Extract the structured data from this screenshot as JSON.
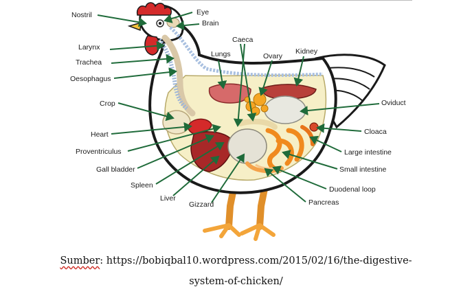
{
  "labels": {
    "nostril": "Nostril",
    "eye": "Eye",
    "brain": "Brain",
    "larynx": "Larynx",
    "trachea": "Trachea",
    "oesophagus": "Oesophagus",
    "crop": "Crop",
    "heart": "Heart",
    "proventriculus": "Proventriculus",
    "gall_bladder": "Gall bladder",
    "spleen": "Spleen",
    "liver": "Liver",
    "gizzard": "Gizzard",
    "lungs": "Lungs",
    "caeca": "Caeca",
    "ovary": "Ovary",
    "kidney": "Kidney",
    "oviduct": "Oviduct",
    "cloaca": "Cloaca",
    "large_intestine": "Large intestine",
    "small_intestine": "Small intestine",
    "duodenal_loop": "Duodenal loop",
    "pancreas": "Pancreas"
  },
  "caption": {
    "prefix": "Sumber",
    "line1_rest": ": https://bobiqbal10.wordpress.com/2015/02/16/the-digestive-",
    "line2": "system-of-chicken/"
  },
  "colors": {
    "leader": "#1f6b3a",
    "comb": "#d42a2a",
    "organ_red": "#c0392b",
    "organ_orange": "#f08a1e",
    "yolk": "#f5a623",
    "cavity": "#f6efc7",
    "legs": "#f3a53a"
  }
}
